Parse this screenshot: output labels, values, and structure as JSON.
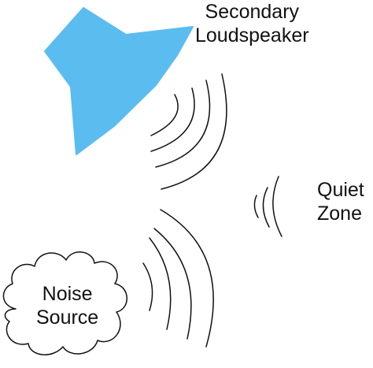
{
  "speaker": {
    "label_line1": "Secondary",
    "label_line2": "Loudspeaker",
    "color": "#5bbcf0",
    "icon": "loudspeaker-icon"
  },
  "quiet_zone": {
    "label_line1": "Quiet",
    "label_line2": "Zone"
  },
  "noise_source": {
    "label_line1": "Noise",
    "label_line2": "Source",
    "icon": "cloud-icon"
  }
}
